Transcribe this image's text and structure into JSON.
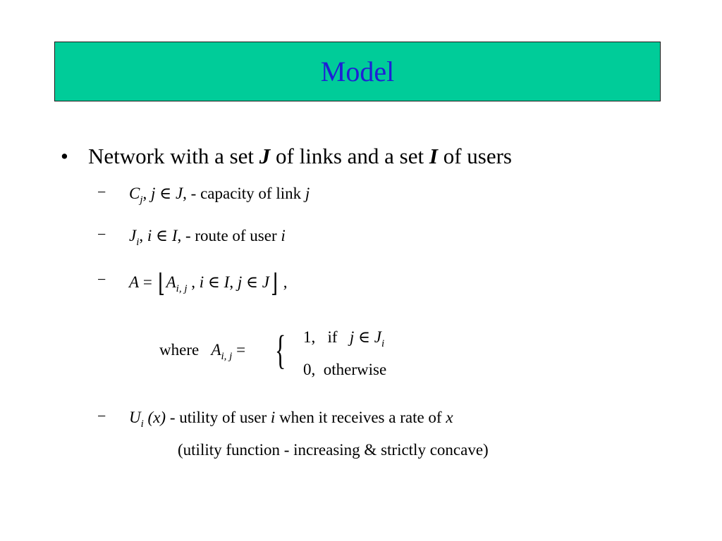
{
  "slide": {
    "title": "Model",
    "title_color": "#1f1fd6",
    "title_bg": "#00cc99"
  },
  "bullet": {
    "marker": "•",
    "text_1": "Network with a set ",
    "sym_J": "J",
    "text_2": " of links and a set ",
    "sym_I": "I",
    "text_3": " of users"
  },
  "sub_items": {
    "dash": "−",
    "capacity": {
      "C": "C",
      "j_sub": "j",
      "sep1": ",  ",
      "j": "j",
      "in": " ∈ ",
      "J": "J",
      "desc": ", - capacity of  link  ",
      "jend": "j"
    },
    "route": {
      "J": "J",
      "i_sub": "i",
      "sep1": ", ",
      "i": "i",
      "in": " ∈ ",
      "I": "I",
      "desc": ", - route of  user ",
      "iend": "i"
    },
    "matrix": {
      "A": "A",
      "eq": " = ",
      "lb": "⌊",
      "A2": "A",
      "ij_sub": "i, j",
      "rest1": " , ",
      "i": "i",
      "in1": " ∈ ",
      "I": "I",
      "comma": ",  ",
      "j": "j",
      "in2": " ∈ ",
      "J": "J",
      "rb": "⌋",
      "trail": " ,"
    },
    "where": {
      "word": "where",
      "A": "A",
      "ij_sub": "i, j",
      "eq": " =",
      "brace": "{",
      "case1_val": "1,",
      "case1_if": "if",
      "case1_j": "j",
      "case1_in": " ∈ ",
      "case1_J": "J",
      "case1_i": "i",
      "case2_val": "0,",
      "case2_text": "otherwise"
    },
    "utility": {
      "U": "U",
      "i_sub": "i",
      "arg": " (x)",
      "desc1": "  - utility  of  user ",
      "i": "i",
      "desc2": " when  it  receives  a rate of  ",
      "x": "x"
    },
    "utility_note": "(utility   function   - increasing  & strictly  concave)"
  }
}
